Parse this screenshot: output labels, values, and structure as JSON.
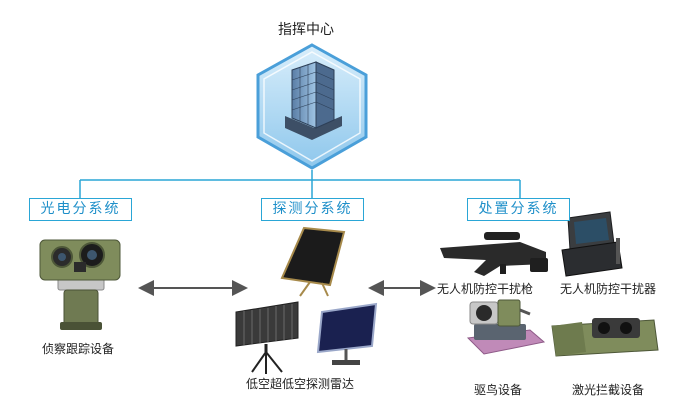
{
  "center": {
    "title": "指挥中心"
  },
  "subsystems": [
    {
      "label": "光电分系统"
    },
    {
      "label": "探测分系统"
    },
    {
      "label": "处置分系统"
    }
  ],
  "devices": {
    "tracking": "侦察跟踪设备",
    "radar": "低空超低空探测雷达",
    "jam_gun": "无人机防控干扰枪",
    "jammer": "无人机防控干扰器",
    "bird": "驱鸟设备",
    "laser": "激光拦截设备"
  },
  "colors": {
    "line": "#2aa6d6",
    "label_text": "#1e8fc9",
    "arrow": "#555555"
  }
}
